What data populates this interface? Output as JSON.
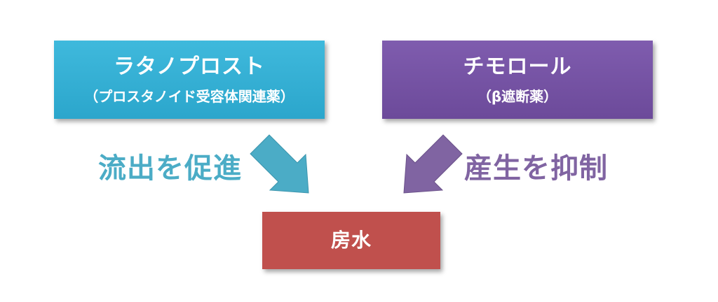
{
  "latanoprost": {
    "name": "ラタノプロスト",
    "subtitle": "（プロスタノイド受容体関連薬）",
    "color": "#2ba6cc"
  },
  "timolol": {
    "name": "チモロール",
    "subtitle": "（β遮断薬）",
    "color": "#6c4a9a"
  },
  "aqueous": {
    "name": "房水",
    "color": "#c0504d"
  },
  "effects": {
    "promote": "流出を促進",
    "suppress": "産生を抑制",
    "promote_color": "#4bacc6",
    "suppress_color": "#8064a2"
  }
}
